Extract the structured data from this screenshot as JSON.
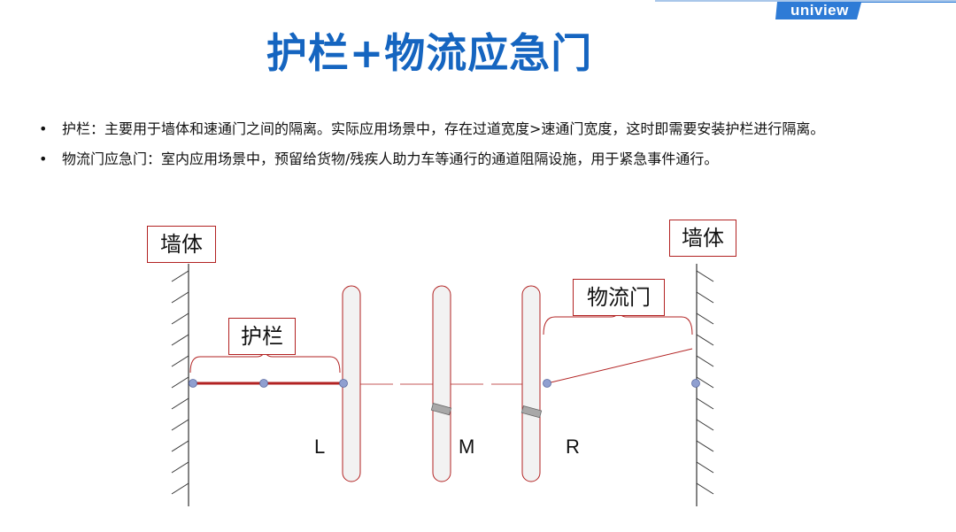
{
  "brand": {
    "logo_text": "uniview",
    "bar_color": "#2e7bd6"
  },
  "title": "护栏+物流应急门",
  "bullets": [
    "护栏：主要用于墙体和速通门之间的隔离。实际应用场景中，存在过道宽度>速通门宽度，这时即需要安装护栏进行隔离。",
    "物流门应急门：室内应用场景中，预留给货物/残疾人助力车等通行的通道阻隔设施，用于紧急事件通行。"
  ],
  "diagram": {
    "wall_left_label": "墙体",
    "wall_right_label": "墙体",
    "guardrail_label": "护栏",
    "logistics_gate_label": "物流门",
    "lanes": [
      "L",
      "M",
      "R"
    ],
    "colors": {
      "accent_red": "#b22222",
      "node_fill": "#8f9fd0",
      "post_fill": "#f2f2f2"
    }
  }
}
